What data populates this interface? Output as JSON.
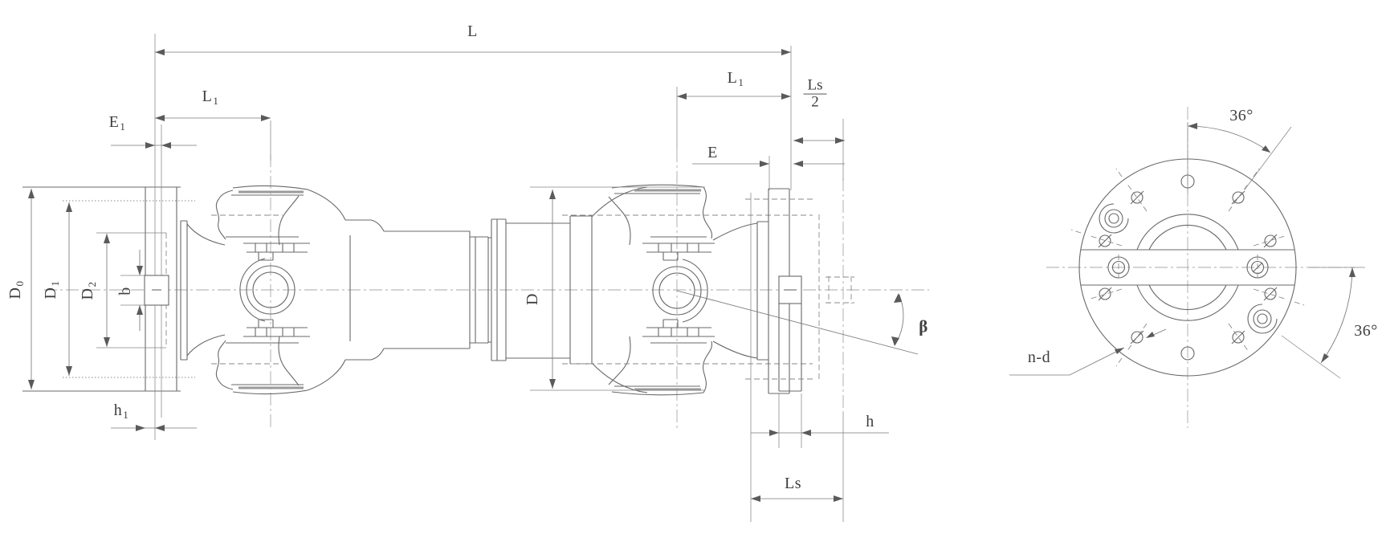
{
  "drawing": {
    "type": "engineering-dimension-drawing",
    "subject": "universal joint cardan shaft, side view with swing angle and flange end view"
  },
  "colors": {
    "background": "#ffffff",
    "outline": "#686868",
    "centerline": "#a8a8a8",
    "dimension": "#787878",
    "text": "#3e3e3e"
  },
  "labels": {
    "L": {
      "main": "L",
      "sub": ""
    },
    "L1_left": {
      "main": "L",
      "sub": "1"
    },
    "E1": {
      "main": "E",
      "sub": "1"
    },
    "D0": {
      "main": "D",
      "sub": "0"
    },
    "D1": {
      "main": "D",
      "sub": "1"
    },
    "D2": {
      "main": "D",
      "sub": "2"
    },
    "b": {
      "main": "b",
      "sub": ""
    },
    "h1": {
      "main": "h",
      "sub": "1"
    },
    "D": {
      "main": "D",
      "sub": ""
    },
    "L1_right": {
      "main": "L",
      "sub": "1"
    },
    "E": {
      "main": "E",
      "sub": ""
    },
    "beta": {
      "main": "β",
      "sub": ""
    },
    "h": {
      "main": "h",
      "sub": ""
    },
    "Ls": {
      "main": "Ls",
      "sub": ""
    },
    "Ls_over_2": {
      "num": "Ls",
      "den": "2"
    },
    "angle_top": {
      "main": "36°",
      "sub": ""
    },
    "angle_right": {
      "main": "36°",
      "sub": ""
    },
    "n_d": {
      "main": "n-d",
      "sub": ""
    }
  }
}
